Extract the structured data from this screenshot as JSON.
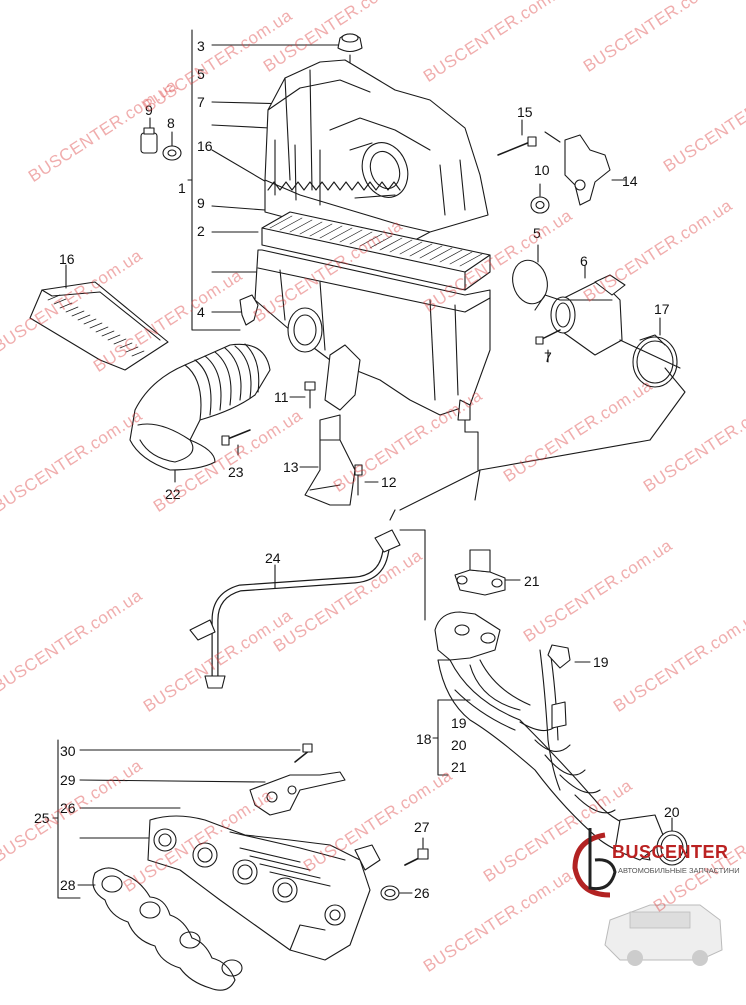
{
  "callouts": [
    "1",
    "2",
    "3",
    "4",
    "5",
    "6",
    "7",
    "8",
    "9",
    "10",
    "11",
    "12",
    "13",
    "14",
    "15",
    "16",
    "17",
    "18",
    "19",
    "20",
    "21",
    "22",
    "23",
    "24",
    "25",
    "26",
    "27",
    "28",
    "29",
    "30"
  ],
  "watermark": {
    "text": "BUSCENTER.com.ua",
    "brand": "BUSCENTER",
    "suffix": ".com.ua",
    "color": "#e05a5a"
  },
  "logo": {
    "name": "BUSCENTER",
    "tagline": "АВТОМОБИЛЬНЫЕ ЗАПЧАСТИНИ",
    "color": "#b22222"
  },
  "colors": {
    "line": "#1a1a1a",
    "background": "#ffffff"
  }
}
